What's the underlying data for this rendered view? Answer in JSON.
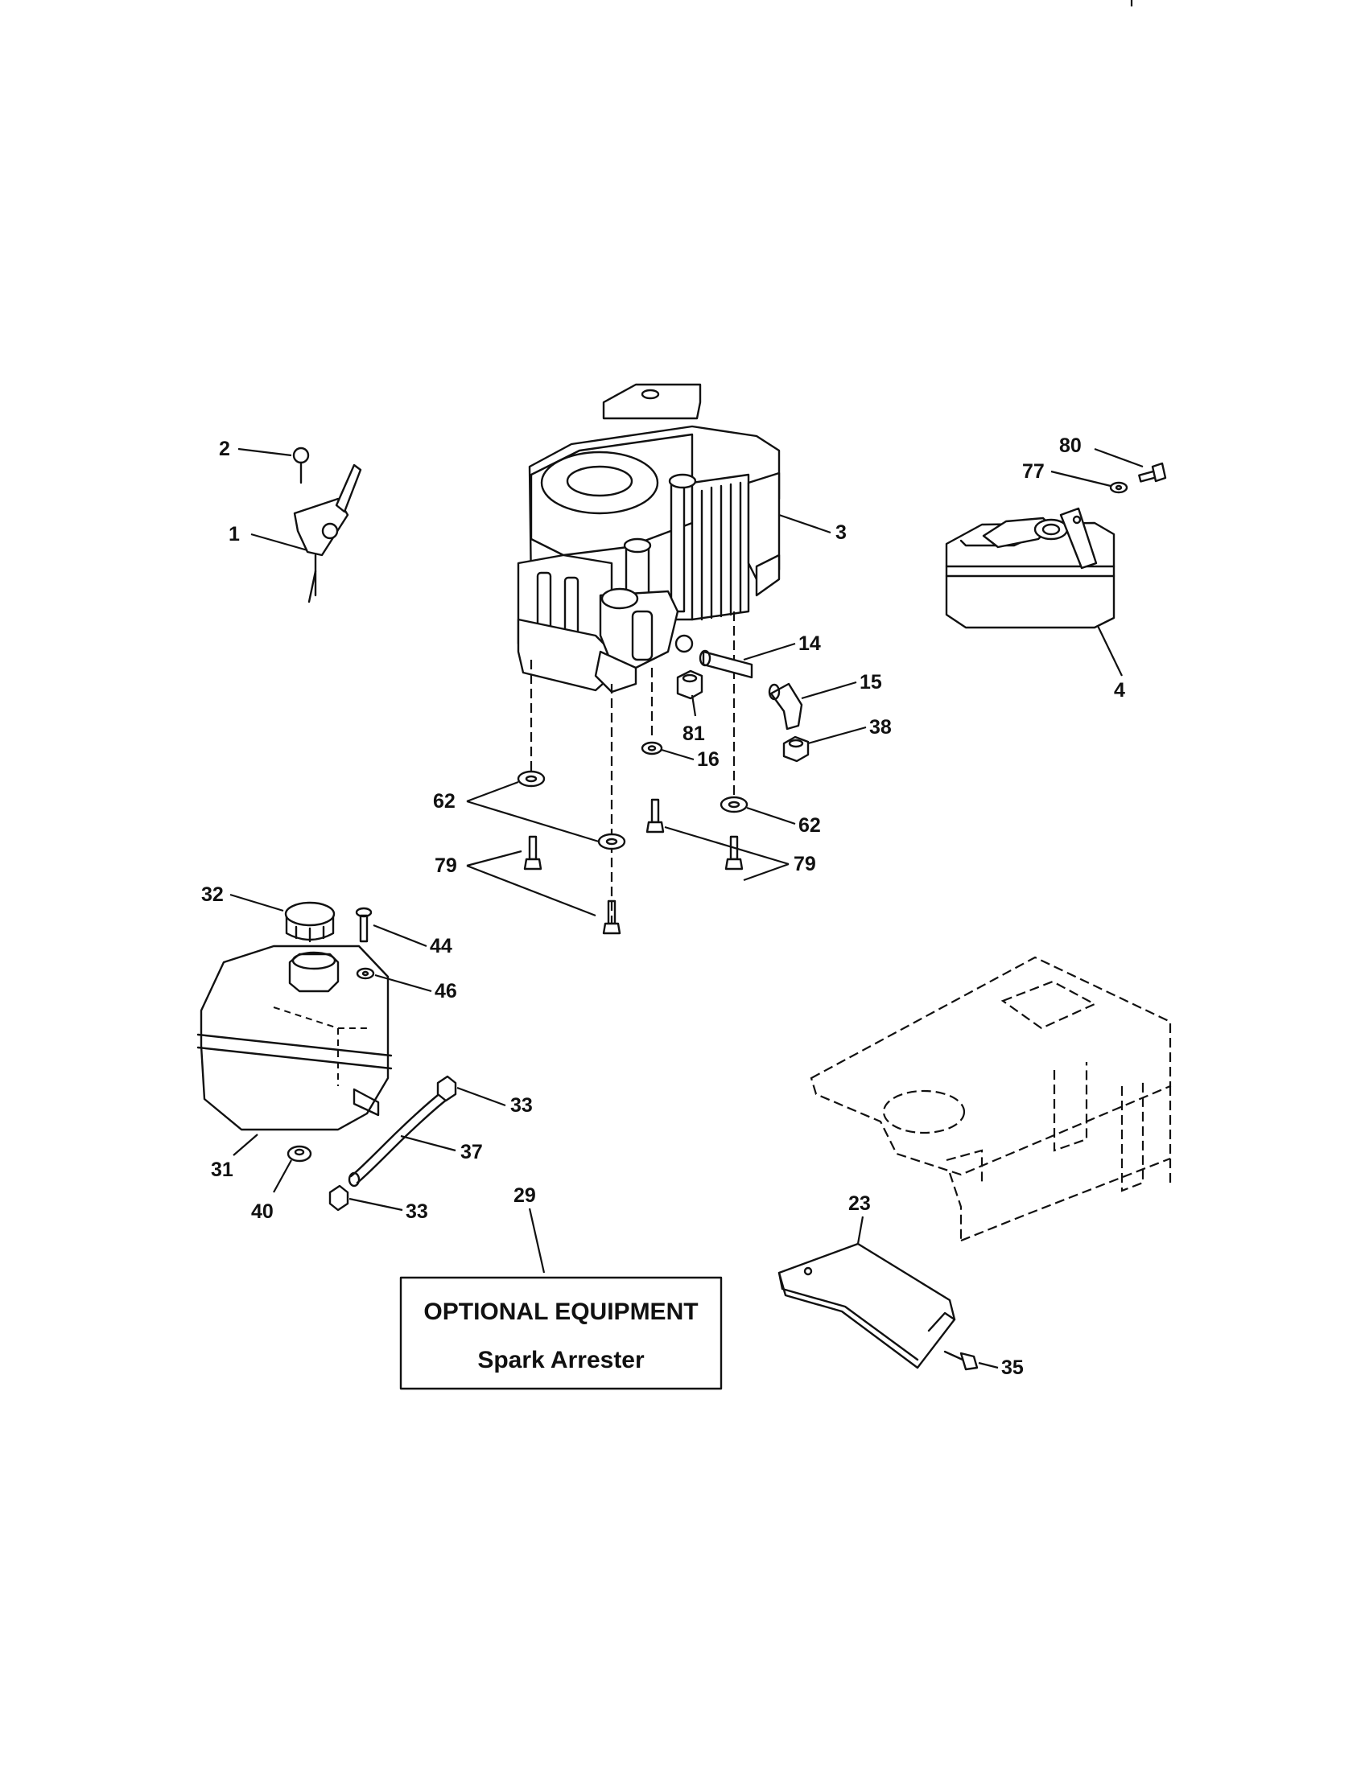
{
  "callouts": {
    "c1": "1",
    "c2": "2",
    "c3": "3",
    "c4": "4",
    "c14": "14",
    "c15": "15",
    "c16": "16",
    "c23": "23",
    "c29": "29",
    "c31": "31",
    "c32": "32",
    "c33a": "33",
    "c33b": "33",
    "c35": "35",
    "c37": "37",
    "c38": "38",
    "c40": "40",
    "c44": "44",
    "c46": "46",
    "c62a": "62",
    "c62b": "62",
    "c77": "77",
    "c79a": "79",
    "c79b": "79",
    "c80": "80",
    "c81": "81"
  },
  "optional_box": {
    "title": "OPTIONAL EQUIPMENT",
    "subtitle": "Spark Arrester"
  }
}
